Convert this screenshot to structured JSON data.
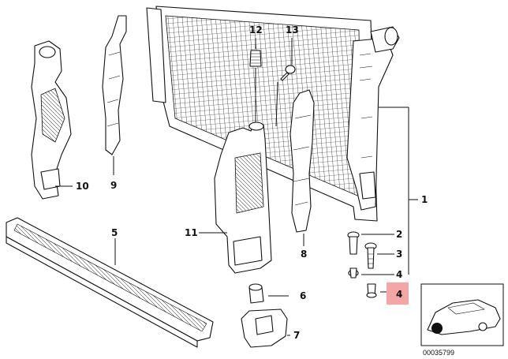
{
  "callouts": {
    "radiator": "1",
    "bolt": "2",
    "screw_long": "3",
    "rivet_nut": "4",
    "rivet_nut_highlighted": "4",
    "lower_air_duct": "5",
    "rubber_mount": "6",
    "bracket": "7",
    "right_air_guide": "8",
    "left_air_guide": "9",
    "left_upper_guide": "10",
    "expansion_tank": "11",
    "expansion_screw": "12",
    "screw_short": "13"
  },
  "reference_number": "00035799",
  "colors": {
    "highlight": "#f4a6a6",
    "line": "#111111",
    "background": "#ffffff"
  }
}
